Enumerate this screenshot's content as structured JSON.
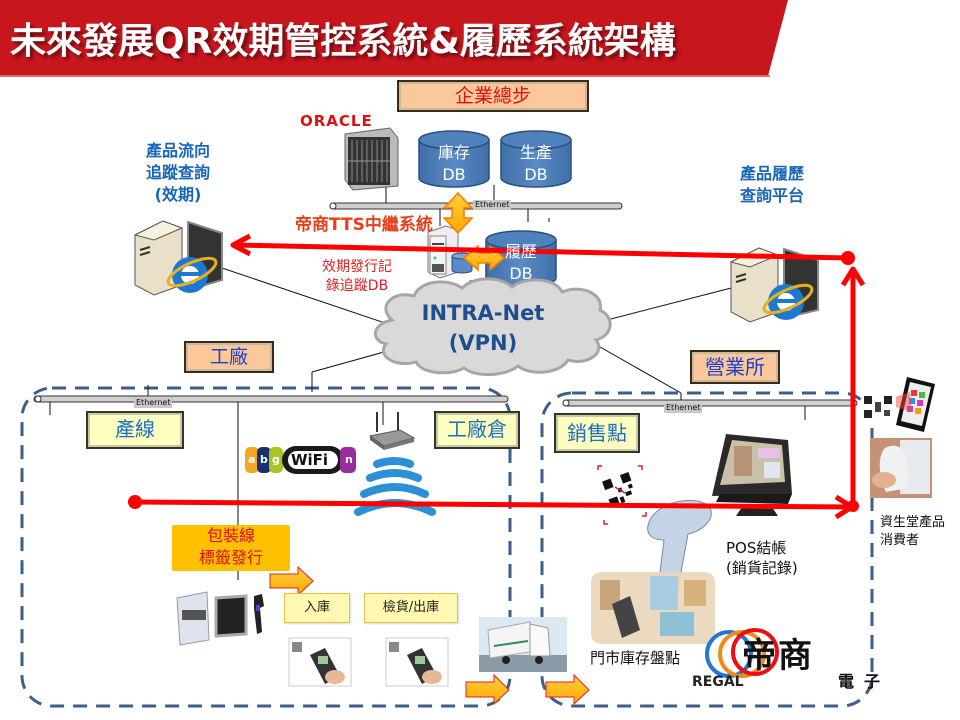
{
  "title": "未來發展QR效期管控系統&履歷系統架構",
  "colors": {
    "banner_red": "#c8161d",
    "flow_red": "#ff0000",
    "db_blue": "#4f81bd",
    "zone_dash": "#3b5f8a",
    "orange_arrow": "#ffc000"
  },
  "headquarters": {
    "label": "企業總步",
    "oracle_logo": "ORACLE",
    "db_inventory": [
      "庫存",
      "DB"
    ],
    "db_production": [
      "生產",
      "DB"
    ],
    "db_history": [
      "履歷",
      "DB"
    ],
    "relay_system": "帝商TTS中繼系統",
    "tracking_db": [
      "效期發行記",
      "錄追蹤DB"
    ],
    "ethernet": "Ethernet"
  },
  "left_client": {
    "label": [
      "產品流向",
      "追蹤查詢",
      "(效期)"
    ],
    "icon": "ie-computer-icon"
  },
  "right_client": {
    "label": [
      "產品履歷",
      "查詢平台"
    ],
    "icon": "ie-computer-icon"
  },
  "network": {
    "cloud": [
      "INTRA-Net",
      "(VPN)"
    ]
  },
  "factory": {
    "label": "工廠",
    "ethernet": "Ethernet",
    "production_line": "產線",
    "factory_warehouse": "工廠倉",
    "wifi_logo": {
      "prefix": [
        "a",
        "b",
        "g"
      ],
      "main": "WiFi",
      "suffix": "n"
    },
    "packing": [
      "包裝線",
      "標籤發行"
    ],
    "steps": [
      "入庫",
      "檢貨/出庫"
    ]
  },
  "sales_office": {
    "label": "營業所",
    "ethernet": "Ethernet",
    "point_of_sale": "銷售點",
    "pos_checkout": [
      "POS結帳",
      "(銷貨記錄)"
    ],
    "store_inventory": "門市庫存盤點"
  },
  "consumer": {
    "label": [
      "資生堂產品",
      "消費者"
    ]
  },
  "brand": {
    "regal": "REGAL",
    "chinese": "帝商",
    "suffix": "電子"
  }
}
